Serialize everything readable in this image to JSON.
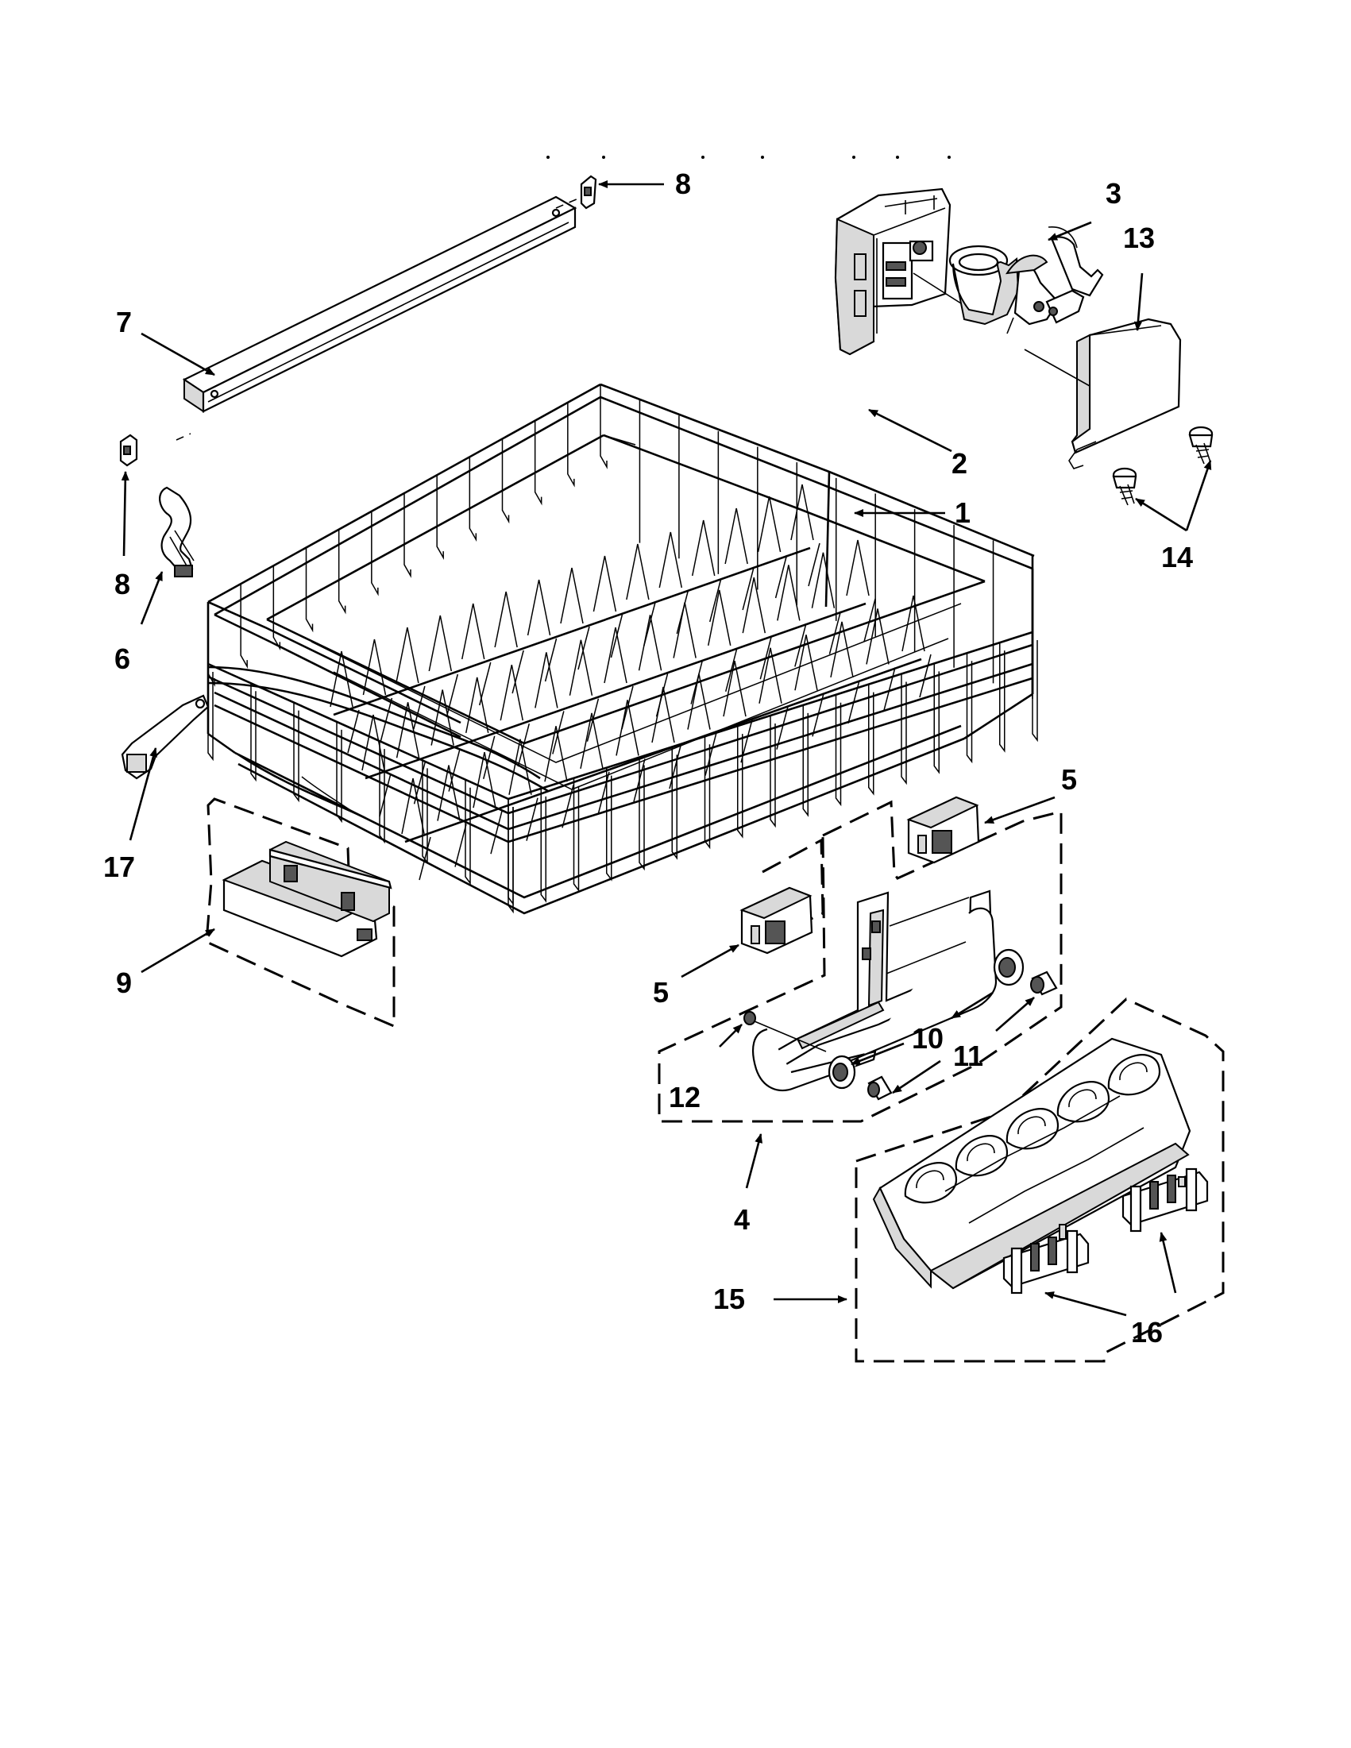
{
  "diagram": {
    "callouts": [
      {
        "id": "c8a",
        "text": "8"
      },
      {
        "id": "c7",
        "text": "7"
      },
      {
        "id": "c3",
        "text": "3"
      },
      {
        "id": "c13",
        "text": "13"
      },
      {
        "id": "c2",
        "text": "2"
      },
      {
        "id": "c1",
        "text": "1"
      },
      {
        "id": "c14",
        "text": "14"
      },
      {
        "id": "c8b",
        "text": "8"
      },
      {
        "id": "c6",
        "text": "6"
      },
      {
        "id": "c17",
        "text": "17"
      },
      {
        "id": "c5a",
        "text": "5"
      },
      {
        "id": "c9",
        "text": "9"
      },
      {
        "id": "c5b",
        "text": "5"
      },
      {
        "id": "c10",
        "text": "10"
      },
      {
        "id": "c11",
        "text": "11"
      },
      {
        "id": "c12",
        "text": "12"
      },
      {
        "id": "c4",
        "text": "4"
      },
      {
        "id": "c15",
        "text": "15"
      },
      {
        "id": "c16",
        "text": "16"
      }
    ]
  }
}
